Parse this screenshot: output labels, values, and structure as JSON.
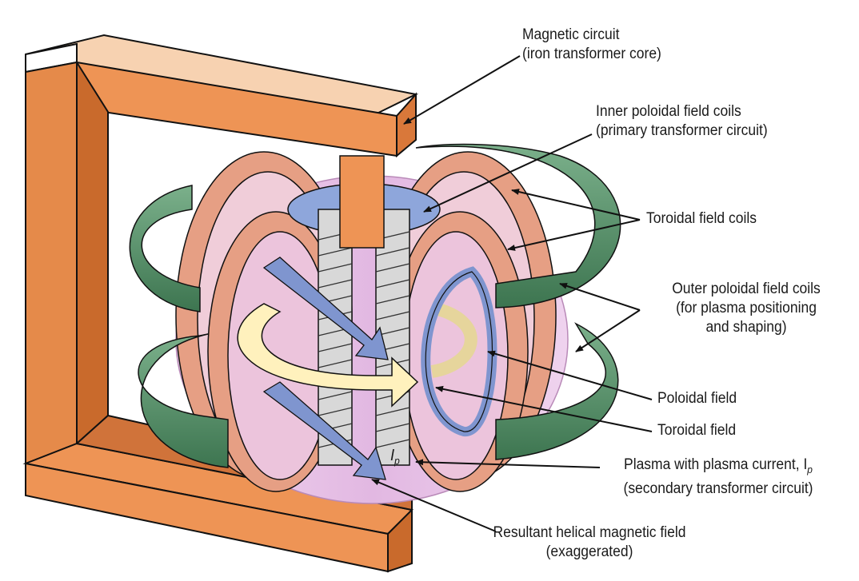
{
  "labels": {
    "magnetic_circuit": {
      "line1": "Magnetic circuit",
      "line2": "(iron transformer core)"
    },
    "inner_poloidal": {
      "line1": "Inner poloidal field coils",
      "line2": "(primary transformer circuit)"
    },
    "toroidal_coils": {
      "line1": "Toroidal field coils"
    },
    "outer_poloidal": {
      "line1": "Outer poloidal field coils",
      "line2": "(for plasma positioning",
      "line3": "and shaping)"
    },
    "poloidal_field": {
      "line1": "Poloidal field"
    },
    "toroidal_field": {
      "line1": "Toroidal field"
    },
    "plasma": {
      "line1": "Plasma with plasma current, I",
      "subscript": "p",
      "line2": "(secondary transformer circuit)"
    },
    "helical": {
      "line1": "Resultant helical magnetic field",
      "line2": "(exaggerated)"
    },
    "ip_marker": {
      "symbol": "I",
      "subscript": "p"
    }
  },
  "colors": {
    "iron_core": "#ee9455",
    "iron_core_dark": "#c96a2c",
    "toroidal_coil": "#e69f84",
    "outer_coil": "#4e8a63",
    "plasma": "#e7c3e6",
    "inner_coil": "#7a94cc",
    "arrow_yellow": "#fff1bd",
    "arrow_blue": "#7f95cf"
  }
}
